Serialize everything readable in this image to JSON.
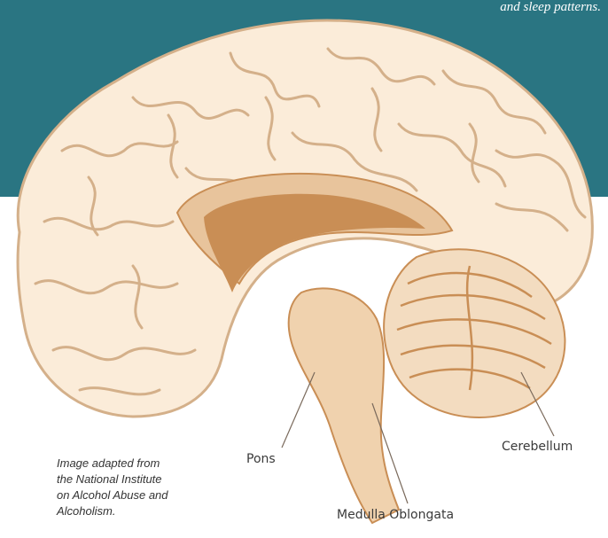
{
  "top_caption": "and sleep patterns.",
  "labels": {
    "pons": "Pons",
    "cerebellum": "Cerebellum",
    "medulla": "Medulla Oblongata"
  },
  "credit_lines": [
    "Image adapted from",
    "the National Institute",
    "on Alcohol Abuse and",
    "Alcoholism."
  ],
  "colors": {
    "band": "#2a7582",
    "cortex": "#fbecd9",
    "cortex_outline": "#d4b08a",
    "inner": "#e8c49c",
    "inner_dark": "#c98e55",
    "brainstem": "#f0d2ae",
    "cerebellum": "#f3dcc0",
    "leader": "#7a6a5c"
  },
  "icons": [
    "brain-illustration"
  ]
}
